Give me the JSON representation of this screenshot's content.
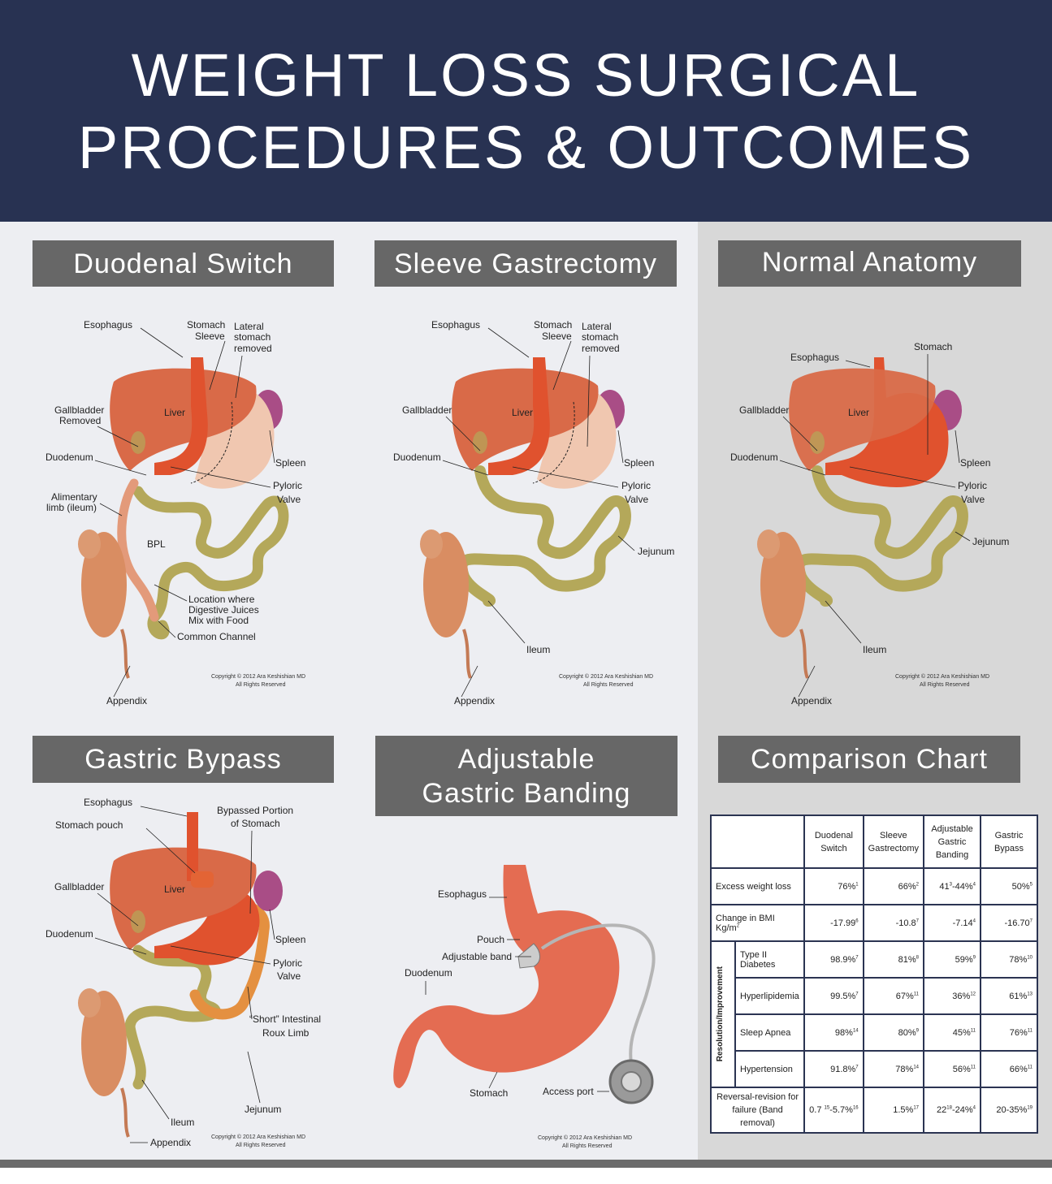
{
  "header": {
    "title_line1": "WEIGHT LOSS SURGICAL",
    "title_line2": "PROCEDURES & OUTCOMES"
  },
  "panels": {
    "duodenal_switch": {
      "title": "Duodenal Switch",
      "labels": {
        "esophagus": "Esophagus",
        "stomach_sleeve_1": "Stomach",
        "stomach_sleeve_2": "Sleeve",
        "lateral_1": "Lateral",
        "lateral_2": "stomach",
        "lateral_3": "removed",
        "gallbladder_1": "Gallbladder",
        "gallbladder_2": "Removed",
        "liver": "Liver",
        "duodenum": "Duodenum",
        "spleen": "Spleen",
        "pyloric_1": "Pyloric",
        "pyloric_2": "Valve",
        "alimentary_1": "Alimentary",
        "alimentary_2": "limb (ileum)",
        "bpl": "BPL",
        "location_1": "Location where",
        "location_2": "Digestive Juices",
        "location_3": "Mix with Food",
        "common_channel": "Common Channel",
        "appendix": "Appendix",
        "copyright_1": "Copyright © 2012 Ara Keshishian MD",
        "copyright_2": "All Rights Reserved"
      }
    },
    "sleeve": {
      "title": "Sleeve Gastrectomy",
      "labels": {
        "esophagus": "Esophagus",
        "stomach_sleeve_1": "Stomach",
        "stomach_sleeve_2": "Sleeve",
        "lateral_1": "Lateral",
        "lateral_2": "stomach",
        "lateral_3": "removed",
        "gallbladder": "Gallbladder",
        "liver": "Liver",
        "duodenum": "Duodenum",
        "spleen": "Spleen",
        "pyloric_1": "Pyloric",
        "pyloric_2": "Valve",
        "jejunum": "Jejunum",
        "ileum": "Ileum",
        "appendix": "Appendix",
        "copyright_1": "Copyright © 2012 Ara Keshishian MD",
        "copyright_2": "All Rights Reserved"
      }
    },
    "normal": {
      "title": "Normal Anatomy",
      "labels": {
        "esophagus": "Esophagus",
        "stomach": "Stomach",
        "gallbladder": "Gallbladder",
        "liver": "Liver",
        "duodenum": "Duodenum",
        "spleen": "Spleen",
        "pyloric_1": "Pyloric",
        "pyloric_2": "Valve",
        "jejunum": "Jejunum",
        "ileum": "Ileum",
        "appendix": "Appendix",
        "copyright_1": "Copyright © 2012 Ara Keshishian MD",
        "copyright_2": "All Rights Reserved"
      }
    },
    "bypass": {
      "title": "Gastric Bypass",
      "labels": {
        "esophagus": "Esophagus",
        "stomach_pouch": "Stomach pouch",
        "bypassed_1": "Bypassed Portion",
        "bypassed_2": "of Stomach",
        "gallbladder": "Gallbladder",
        "liver": "Liver",
        "duodenum": "Duodenum",
        "spleen": "Spleen",
        "pyloric_1": "Pyloric",
        "pyloric_2": "Valve",
        "roux_1": "“Short” Intestinal",
        "roux_2": "Roux Limb",
        "jejunum": "Jejunum",
        "ileum": "Ileum",
        "appendix": "Appendix",
        "copyright_1": "Copyright © 2012 Ara Keshishian MD",
        "copyright_2": "All Rights Reserved"
      }
    },
    "banding": {
      "title_line1": "Adjustable",
      "title_line2": "Gastric Banding",
      "labels": {
        "esophagus": "Esophagus",
        "pouch": "Pouch",
        "band": "Adjustable band",
        "duodenum": "Duodenum",
        "stomach": "Stomach",
        "access_port": "Access port",
        "copyright_1": "Copyright © 2012 Ara Keshishian MD",
        "copyright_2": "All Rights Reserved"
      }
    },
    "comparison": {
      "title": "Comparison Chart"
    }
  },
  "chart_data": {
    "type": "table",
    "columns": [
      {
        "line1": "Duodenal",
        "line2": "Switch",
        "line3": ""
      },
      {
        "line1": "Sleeve",
        "line2": "Gastrectomy",
        "line3": ""
      },
      {
        "line1": "Adjustable",
        "line2": "Gastric",
        "line3": "Banding"
      },
      {
        "line1": "Gastric",
        "line2": "Bypass",
        "line3": ""
      }
    ],
    "group_label": "Resolution/Improvement",
    "rows": {
      "excess_weight_loss": {
        "label": "Excess weight loss",
        "cells": [
          {
            "v": "76%",
            "ref": "1"
          },
          {
            "v": "66%",
            "ref": "2"
          },
          {
            "v": "41",
            "ref": "3",
            "v2": "-44%",
            "ref2": "4"
          },
          {
            "v": "50%",
            "ref": "5"
          }
        ]
      },
      "bmi": {
        "label": "Change in BMI Kg/m",
        "label_sup": "2",
        "cells": [
          {
            "v": "-17.99",
            "ref": "6"
          },
          {
            "v": "-10.8",
            "ref": "7"
          },
          {
            "v": "-7.14",
            "ref": "4"
          },
          {
            "v": "-16.70",
            "ref": "7"
          }
        ]
      },
      "diabetes": {
        "label": "Type II Diabetes",
        "cells": [
          {
            "v": "98.9%",
            "ref": "7"
          },
          {
            "v": "81%",
            "ref": "8"
          },
          {
            "v": "59%",
            "ref": "9"
          },
          {
            "v": "78%",
            "ref": "10"
          }
        ]
      },
      "hyperlipidemia": {
        "label": "Hyperlipidemia",
        "cells": [
          {
            "v": "99.5%",
            "ref": "7"
          },
          {
            "v": "67%",
            "ref": "11"
          },
          {
            "v": "36%",
            "ref": "12"
          },
          {
            "v": "61%",
            "ref": "13"
          }
        ]
      },
      "sleep_apnea": {
        "label": "Sleep Apnea",
        "cells": [
          {
            "v": "98%",
            "ref": "14"
          },
          {
            "v": "80%",
            "ref": "9"
          },
          {
            "v": "45%",
            "ref": "11"
          },
          {
            "v": "76%",
            "ref": "11"
          }
        ]
      },
      "hypertension": {
        "label": "Hypertension",
        "cells": [
          {
            "v": "91.8%",
            "ref": "7"
          },
          {
            "v": "78%",
            "ref": "14"
          },
          {
            "v": "56%",
            "ref": "11"
          },
          {
            "v": "66%",
            "ref": "11"
          }
        ]
      },
      "reversal": {
        "label_line1": "Reversal-revision for",
        "label_line2": "failure (Band removal)",
        "cells": [
          {
            "v": "0.7 ",
            "ref": "15",
            "v2": "-5.7%",
            "ref2": "16"
          },
          {
            "v": "1.5%",
            "ref": "17"
          },
          {
            "v": "22",
            "ref": "18",
            "v2": "-24%",
            "ref2": "4"
          },
          {
            "v": "20-35%",
            "ref": "19"
          }
        ]
      }
    }
  },
  "colors": {
    "header_bg": "#283252",
    "panel_title_bg": "#676767",
    "main_bg": "#edeef2",
    "right_col_bg": "#d8d8d8",
    "liver": "#d96a48",
    "stomach": "#e0522e",
    "intestine": "#b4a85a",
    "spleen": "#a94d86",
    "colon": "#d98d62"
  }
}
